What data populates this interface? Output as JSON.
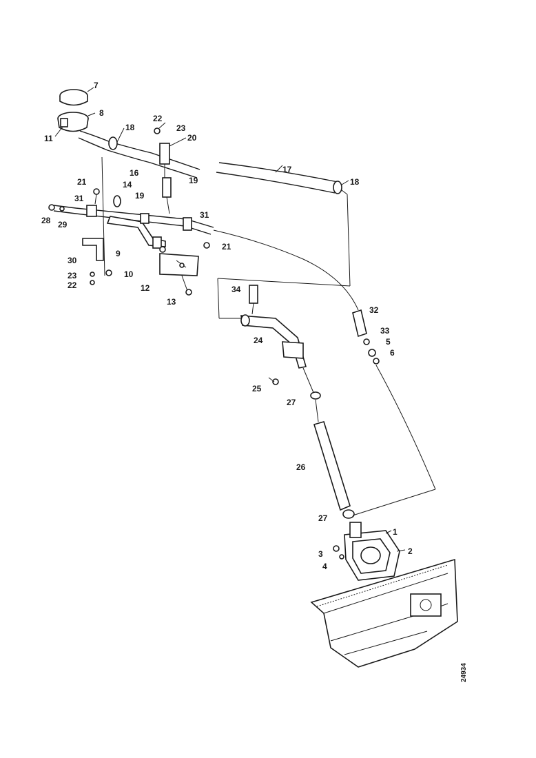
{
  "labels": {
    "p7": "7",
    "p8": "8",
    "p11": "11",
    "p18a": "18",
    "p22a": "22",
    "p23a": "23",
    "p20": "20",
    "p17": "17",
    "p18b": "18",
    "p16": "16",
    "p19a": "19",
    "p21a": "21",
    "p14": "14",
    "p31a": "31",
    "p19b": "19",
    "p31b": "31",
    "p28": "28",
    "p29": "29",
    "p21b": "21",
    "p9": "9",
    "p30": "30",
    "p10": "10",
    "p23b": "23",
    "p22b": "22",
    "p12": "12",
    "p13": "13",
    "p34": "34",
    "p32": "32",
    "p33": "33",
    "p5": "5",
    "p6": "6",
    "p24": "24",
    "p25": "25",
    "p27a": "27",
    "p26": "26",
    "p27b": "27",
    "p1": "1",
    "p2": "2",
    "p3": "3",
    "p4": "4"
  },
  "drawing_code": "24934"
}
